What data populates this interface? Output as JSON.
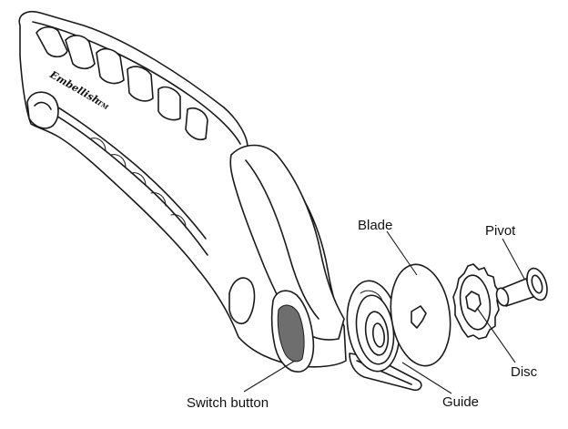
{
  "labels": {
    "blade": "Blade",
    "pivot": "Pivot",
    "disc": "Disc",
    "guide": "Guide",
    "switch_button": "Switch button"
  },
  "logo_text": "Embellish",
  "logo_mark": "TM",
  "colors": {
    "line": "#1a1a1a",
    "background": "#ffffff",
    "switch_button": "#6e6e6e"
  }
}
